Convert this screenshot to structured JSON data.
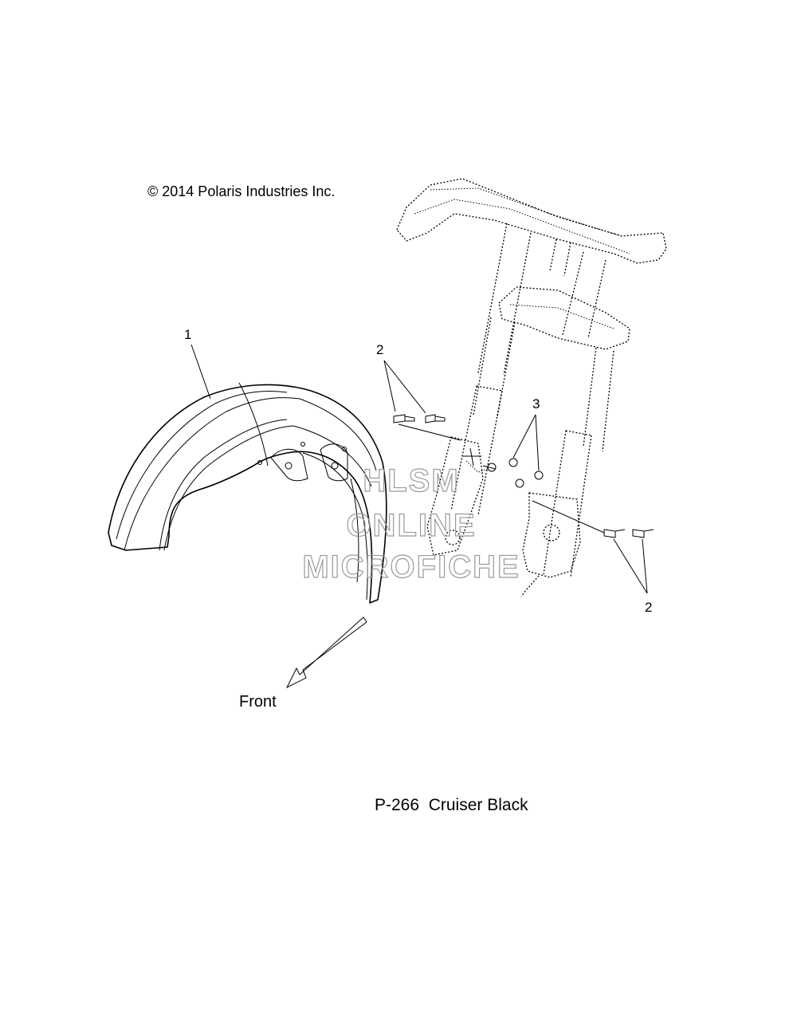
{
  "copyright": "© 2014 Polaris Industries Inc.",
  "footer": "P-266  Cruiser Black",
  "direction_label": "Front",
  "callouts": {
    "fender": "1",
    "screws_upper": "2",
    "nuts": "3",
    "screws_lower": "2"
  },
  "watermark": [
    "HLSM",
    "ONLINE",
    "MICROFICHE"
  ],
  "colors": {
    "line": "#000000",
    "watermark": "#9a9a9a",
    "background": "#ffffff"
  }
}
